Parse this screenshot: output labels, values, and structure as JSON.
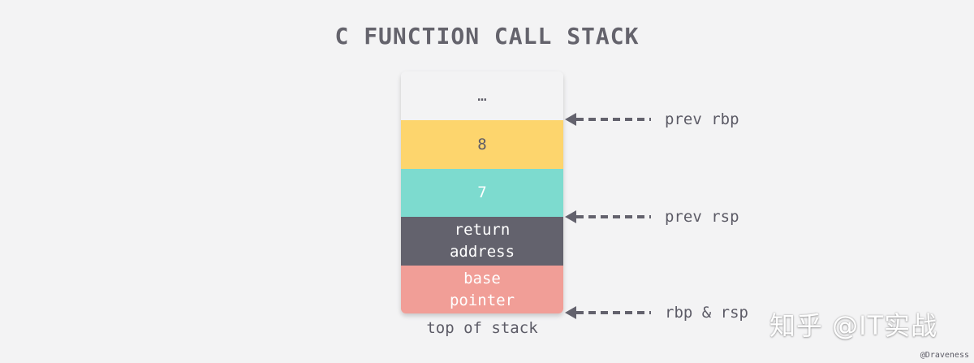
{
  "title": "C FUNCTION CALL STACK",
  "stack": {
    "cells": [
      {
        "lines": [
          "…"
        ],
        "bg": "#f3f3f4",
        "fg": "#5c5b66"
      },
      {
        "lines": [
          "8"
        ],
        "bg": "#fdd56d",
        "fg": "#5c5b66"
      },
      {
        "lines": [
          "7"
        ],
        "bg": "#7ddbcf",
        "fg": "#ffffff"
      },
      {
        "lines": [
          "return",
          "address"
        ],
        "bg": "#63626d",
        "fg": "#ffffff"
      },
      {
        "lines": [
          "base",
          "pointer"
        ],
        "bg": "#f19e97",
        "fg": "#ffffff"
      }
    ],
    "bottom_label": "top of stack"
  },
  "pointers": [
    {
      "label": "prev rbp"
    },
    {
      "label": "prev rsp"
    },
    {
      "label": "rbp & rsp"
    }
  ],
  "colors": {
    "arrow": "#63626d",
    "text": "#5c5b66",
    "background": "#f3f3f4"
  },
  "watermark": "知乎 @IT实战",
  "credit": "@Draveness"
}
